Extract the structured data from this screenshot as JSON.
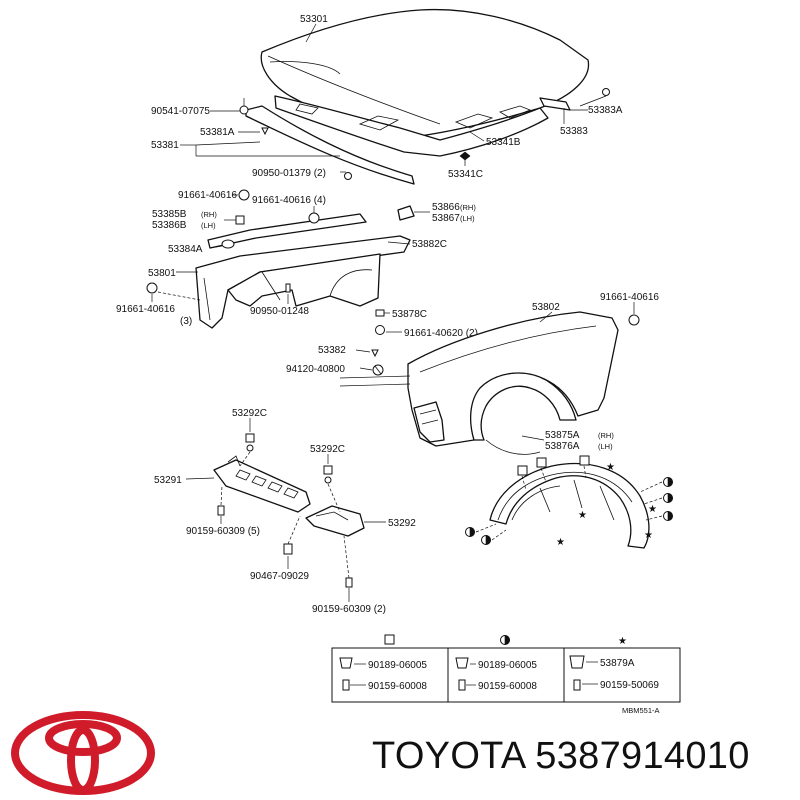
{
  "labels": {
    "hood": "53301",
    "hood_cushion_l": "90541-07075",
    "seal_retainer": "53381A",
    "seal": "53381",
    "clip_2": "90950-01379 (2)",
    "hood_stay": "53383A",
    "hood_stay_main": "53383",
    "hood_insulator": "53341B",
    "grommet": "53341C",
    "bolt_left": "91661-40616",
    "bolt_4": "91661-40616 (4)",
    "bracket_rh": "53385B",
    "bracket_lh": "53386B",
    "rh_tag": "(RH)",
    "lh_tag": "(LH)",
    "seal_upper_rh": "53866",
    "seal_upper_lh": "53867",
    "cushion_a": "53384A",
    "apron_seal": "53882C",
    "apron_left": "53801",
    "bolt_left_low": "91661-40616",
    "bolt_left_low_qty": "(3)",
    "clip_1248": "90950-01248",
    "clip_878": "53878C",
    "bolt_620": "91661-40620 (2)",
    "fender": "53802",
    "bolt_fender": "91661-40616",
    "clip_382": "53382",
    "nut_800": "94120-40800",
    "liner_rh": "53875A",
    "liner_lh": "53876A",
    "undercover_clip_1": "53292C",
    "undercover_clip_2": "53292C",
    "undercover_left": "53291",
    "undercover_right": "53292",
    "screw_5": "90159-60309 (5)",
    "screw_029": "90467-09029",
    "screw_2": "90159-60309 (2)",
    "legend_1a": "90189-06005",
    "legend_1b": "90159-60008",
    "legend_2a": "90189-06005",
    "legend_2b": "90159-60008",
    "legend_3a": "53879A",
    "legend_3b": "90159-50069",
    "diagram_code": "MBM551-A"
  },
  "brand": {
    "text": "TOYOTA 5387914010",
    "logo_color": "#d01c2a"
  },
  "icons": [
    "hood-icon",
    "fender-icon",
    "apron-icon",
    "undercover-icon",
    "fender-liner-icon",
    "clip-icon",
    "bolt-icon",
    "toyota-logo-icon"
  ]
}
